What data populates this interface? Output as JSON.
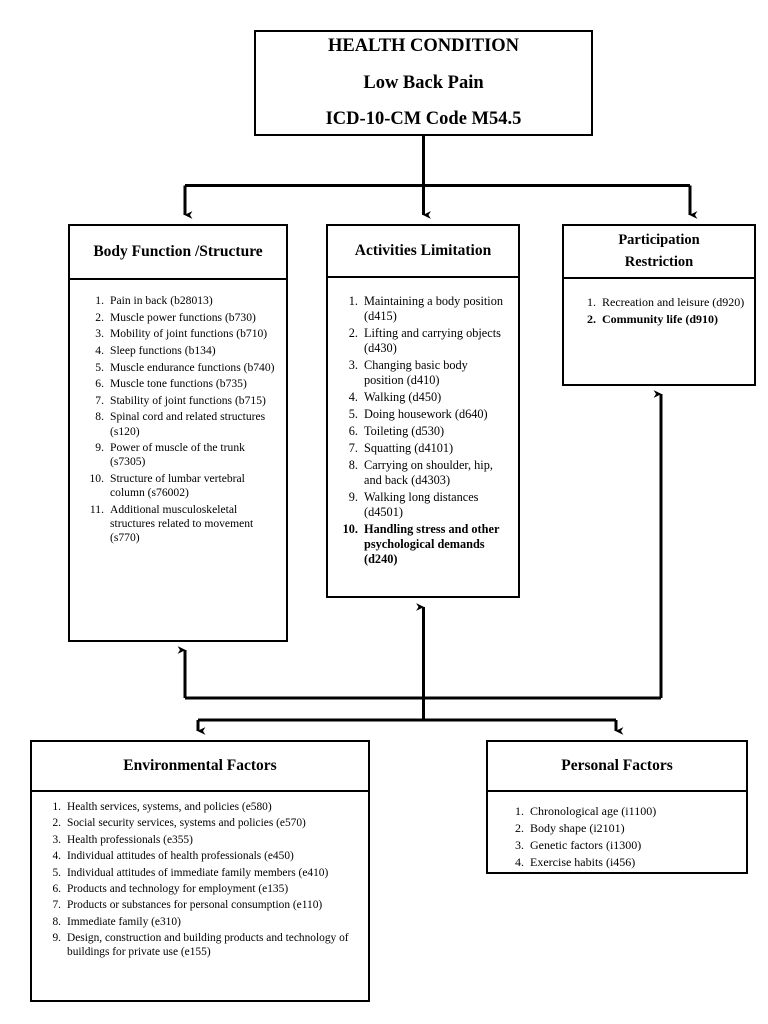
{
  "diagram": {
    "title": "ICF framework for Low Back Pain",
    "line_color": "#000000",
    "box_border_color": "#000000",
    "background": "#ffffff"
  },
  "health_condition": {
    "heading": "HEALTH CONDITION",
    "name": "Low Back Pain",
    "code": "ICD-10-CM Code M54.5"
  },
  "body_function": {
    "title": "Body Function /Structure",
    "items": [
      "Pain in back (b28013)",
      "Muscle power functions (b730)",
      "Mobility of joint functions (b710)",
      "Sleep functions (b134)",
      "Muscle endurance functions (b740)",
      "Muscle tone functions (b735)",
      "Stability of joint functions (b715)",
      "Spinal cord and related structures (s120)",
      "Power of muscle of the trunk (s7305)",
      "Structure of lumbar vertebral column (s76002)",
      "Additional musculoskeletal structures related to movement (s770)"
    ]
  },
  "activities": {
    "title": "Activities Limitation",
    "items": [
      "Maintaining a body position (d415)",
      "Lifting and carrying objects (d430)",
      "Changing basic body position (d410)",
      "Walking (d450)",
      "Doing housework (d640)",
      "Toileting (d530)",
      "Squatting (d4101)",
      "Carrying on shoulder, hip, and back (d4303)",
      "Walking long distances (d4501)",
      "Handling stress and other psychological demands (d240)"
    ],
    "bold_items": [
      10
    ]
  },
  "participation": {
    "title_line1": "Participation",
    "title_line2": "Restriction",
    "items": [
      "Recreation and leisure (d920)",
      "Community life (d910)"
    ],
    "bold_items": [
      2
    ]
  },
  "environmental": {
    "title": "Environmental Factors",
    "items": [
      "Health services, systems, and policies (e580)",
      "Social security services, systems and policies (e570)",
      "Health professionals (e355)",
      "Individual attitudes of health professionals (e450)",
      "Individual attitudes of immediate family members (e410)",
      "Products and technology for employment (e135)",
      "Products or substances for personal consumption (e110)",
      "Immediate family (e310)",
      "Design, construction and building products and technology of buildings for private use (e155)"
    ]
  },
  "personal": {
    "title": "Personal  Factors",
    "items": [
      "Chronological age (i1100)",
      "Body shape (i2101)",
      "Genetic factors (i1300)",
      "Exercise habits (i456)"
    ]
  }
}
